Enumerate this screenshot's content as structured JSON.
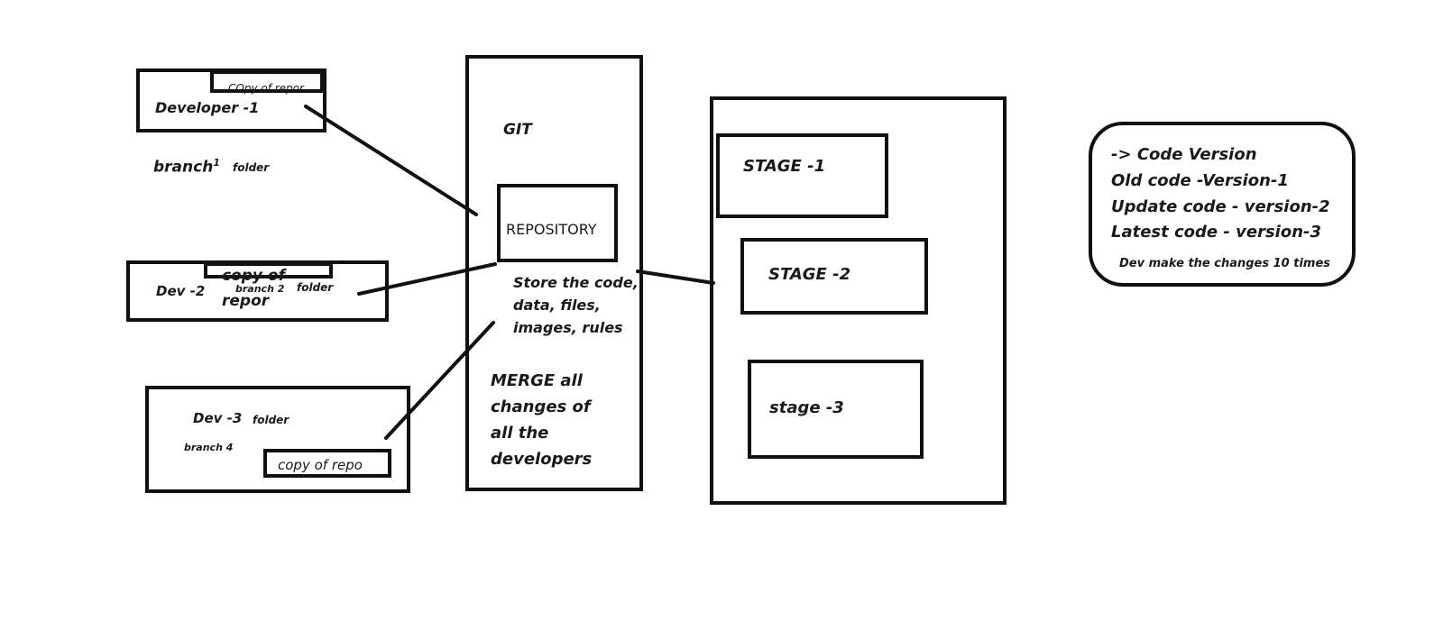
{
  "developers": {
    "dev1": {
      "name": "Developer -1",
      "copy": "COpy of repor",
      "branch": "branch",
      "branch_sup": "1",
      "folder": "folder"
    },
    "dev2": {
      "name": "Dev -2",
      "copy_line1": "copy of",
      "copy_line2": "repor",
      "branch": "branch 2",
      "folder": "folder"
    },
    "dev3": {
      "name": "Dev -3",
      "folder": "folder",
      "branch": "branch 4",
      "copy": "copy of repo"
    }
  },
  "git": {
    "title": "GIT",
    "repository": "REPOSITORY",
    "store_text": "Store the code, data, files, images, rules",
    "merge_text": "MERGE all changes  of all the developers"
  },
  "stages": {
    "stage1": "STAGE -1",
    "stage2": "STAGE -2",
    "stage3": "stage -3"
  },
  "version_note": {
    "line1": "-> Code Version",
    "line2": "Old code -Version-1",
    "line3": "Update code - version-2",
    "line4": "Latest code - version-3",
    "footnote": "Dev make the changes 10 times"
  }
}
